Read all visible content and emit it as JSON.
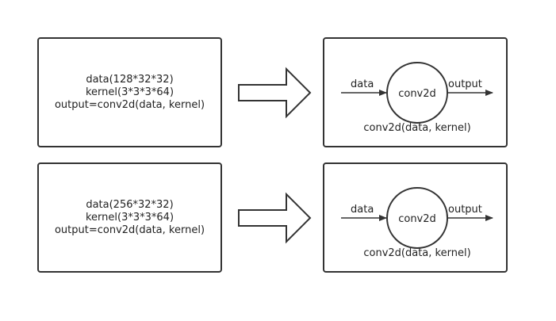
{
  "rows": [
    {
      "code_lines": [
        "data(128*32*32)",
        "kernel(3*3*3*64)",
        "output=conv2d(data, kernel)"
      ],
      "diagram": {
        "input_label": "data",
        "node_label": "conv2d",
        "output_label": "output",
        "caption": "conv2d(data, kernel)"
      }
    },
    {
      "code_lines": [
        "data(256*32*32)",
        "kernel(3*3*3*64)",
        "output=conv2d(data, kernel)"
      ],
      "diagram": {
        "input_label": "data",
        "node_label": "conv2d",
        "output_label": "output",
        "caption": "conv2d(data, kernel)"
      }
    }
  ],
  "colors": {
    "stroke": "#333333",
    "text": "#222222",
    "background": "#ffffff"
  }
}
